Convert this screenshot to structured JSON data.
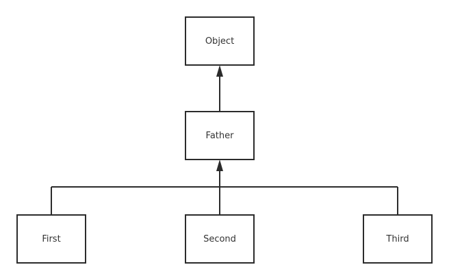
{
  "diagram": {
    "type": "class-hierarchy",
    "nodes": {
      "object": "Object",
      "father": "Father",
      "first": "First",
      "second": "Second",
      "third": "Third"
    },
    "edges": [
      {
        "from": "father",
        "to": "object",
        "arrow": "filled-triangle"
      },
      {
        "from": "first",
        "to": "father",
        "arrow": "filled-triangle"
      },
      {
        "from": "second",
        "to": "father",
        "arrow": "filled-triangle"
      },
      {
        "from": "third",
        "to": "father",
        "arrow": "filled-triangle"
      }
    ],
    "colors": {
      "stroke": "#2b2b2b",
      "background": "#ffffff",
      "text": "#333333"
    }
  }
}
